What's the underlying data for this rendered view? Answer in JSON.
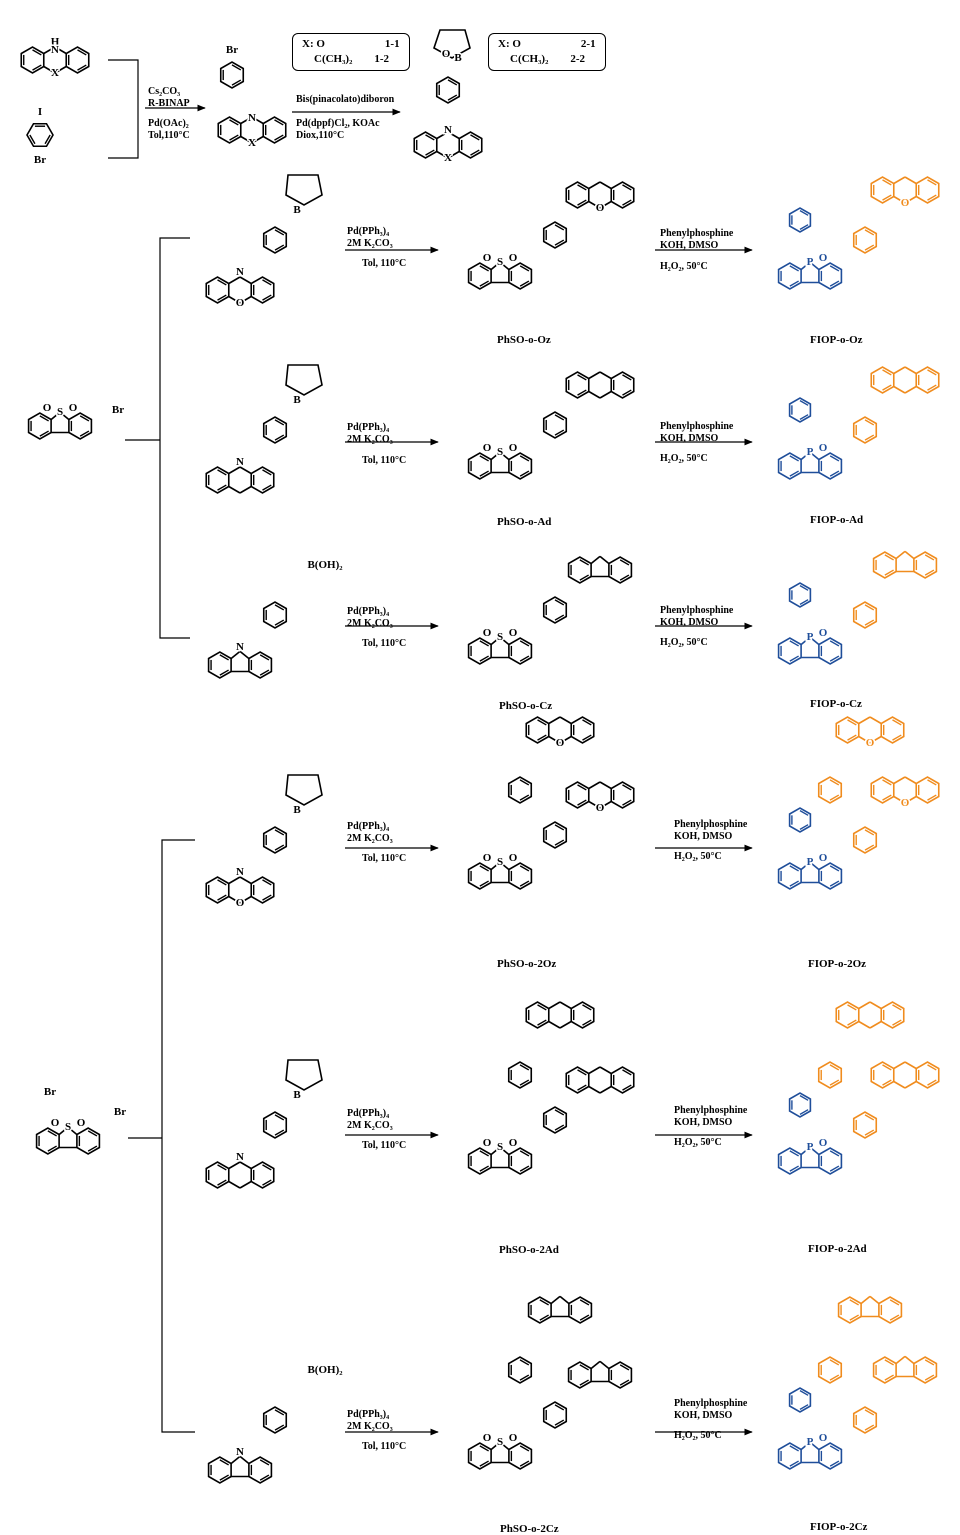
{
  "colors": {
    "black": "#000000",
    "donor_orange": "#f08c1e",
    "acceptor_blue": "#1f4e9a"
  },
  "step1": {
    "conditions_above": [
      "Cs₂CO₃",
      "R-BINAP"
    ],
    "conditions_below": [
      "Pd(OAc)₂",
      "Tol,110°C"
    ]
  },
  "step2": {
    "conditions_above": [
      "Bis(pinacolato)diboron"
    ],
    "conditions_below": [
      "Pd(dppf)Cl₂, KOAc",
      "Diox,110°C"
    ]
  },
  "legend1": {
    "header": "X: O",
    "code_1": "1-1",
    "row2": "C(CH₃)₂",
    "code_2": "1-2"
  },
  "legend2": {
    "header": "X: O",
    "code_1": "2-1",
    "row2": "C(CH₃)₂",
    "code_2": "2-2"
  },
  "atoms": {
    "H": "H",
    "N": "N",
    "X": "X",
    "I": "I",
    "Br": "Br",
    "O": "O",
    "B": "B",
    "S": "S",
    "P": "P",
    "BOH2": "B(OH)₂"
  },
  "suzuki": [
    "Pd(PPh₃)₄",
    "2M K₂CO₃",
    "Tol, 110°C"
  ],
  "cyclization": [
    "Phenylphosphine",
    "KOH, DMSO",
    "H₂O₂, 50°C"
  ],
  "intermediates": [
    "PhSO-o-Oz",
    "PhSO-o-Ad",
    "PhSO-o-Cz",
    "PhSO-o-2Oz",
    "PhSO-o-2Ad",
    "PhSO-o-2Cz"
  ],
  "products": [
    "FIOP-o-Oz",
    "FIOP-o-Ad",
    "FIOP-o-Cz",
    "FIOP-o-2Oz",
    "FIOP-o-2Ad",
    "FIOP-o-2Cz"
  ]
}
